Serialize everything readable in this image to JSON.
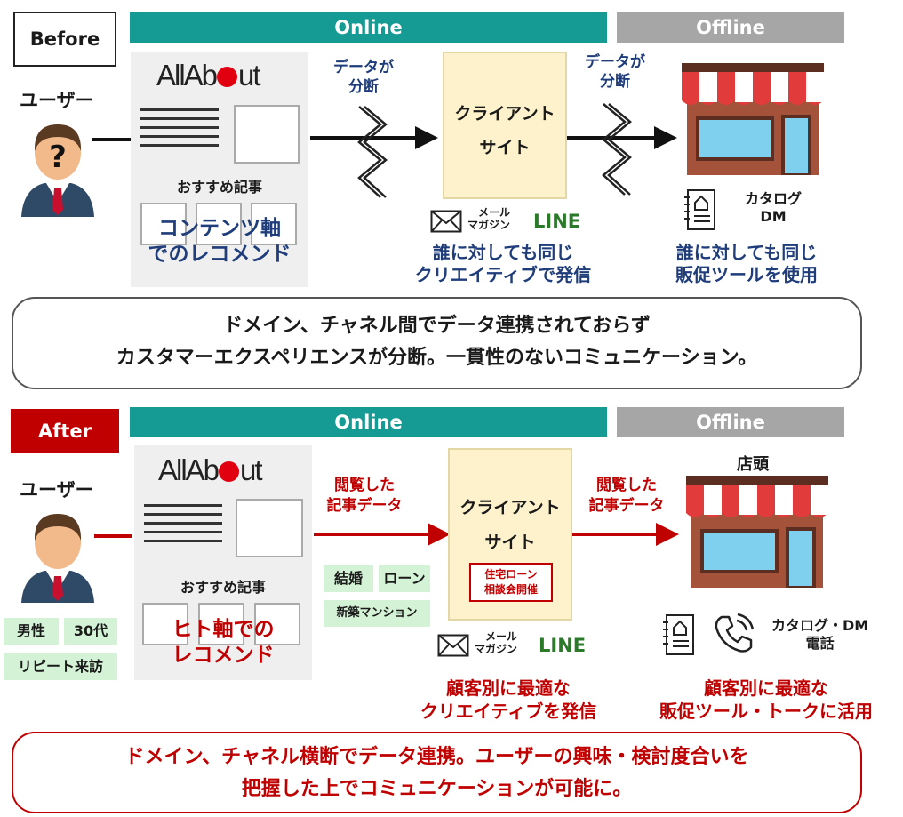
{
  "before": {
    "label": "Before",
    "online_label": "Online",
    "offline_label": "Offline",
    "user_label": "ユーザー",
    "logo_pre": "AllAb",
    "logo_post": "ut",
    "recommend_title": "おすすめ記事",
    "recommend_note_1": "コンテンツ軸",
    "recommend_note_2": "でのレコメンド",
    "break_label_1": "データが",
    "break_label_2": "分断",
    "client_line1": "クライアント",
    "client_line2": "サイト",
    "mail_label_1": "メール",
    "mail_label_2": "マガジン",
    "line_label": "LINE",
    "client_note_1": "誰に対しても同じ",
    "client_note_2": "クリエイティブで発信",
    "catalog_label_1": "カタログ",
    "catalog_label_2": "DM",
    "store_note_1": "誰に対しても同じ",
    "store_note_2": "販促ツールを使用",
    "summary_1": "ドメイン、チャネル間でデータ連携されておらず",
    "summary_2": "カスタマーエクスペリエンスが分断。一貫性のないコミュニケーション。"
  },
  "after": {
    "label": "After",
    "online_label": "Online",
    "offline_label": "Offline",
    "user_label": "ユーザー",
    "user_tags": [
      "男性",
      "30代",
      "リピート来訪"
    ],
    "logo_pre": "AllAb",
    "logo_post": "ut",
    "recommend_title": "おすすめ記事",
    "recommend_note_1": "ヒト軸での",
    "recommend_note_2": "レコメンド",
    "flow_label_1": "閲覧した",
    "flow_label_2": "記事データ",
    "interest_tags": [
      "結婚",
      "ローン",
      "新築マンション"
    ],
    "client_line1": "クライアント",
    "client_line2": "サイト",
    "client_banner_1": "住宅ローン",
    "client_banner_2": "相談会開催",
    "mail_label_1": "メール",
    "mail_label_2": "マガジン",
    "line_label": "LINE",
    "client_note_1": "顧客別に最適な",
    "client_note_2": "クリエイティブを発信",
    "store_title": "店頭",
    "catalog_label_1": "カタログ・DM",
    "catalog_label_2": "電話",
    "store_note_1": "顧客別に最適な",
    "store_note_2": "販促ツール・トークに活用",
    "summary_1": "ドメイン、チャネル横断でデータ連携。ユーザーの興味・検討度合いを",
    "summary_2": "把握した上でコミュニケーションが可能に。"
  },
  "colors": {
    "online": "#159a94",
    "offline": "#a6a6a6",
    "after_red": "#c00000",
    "navy": "#1f3d7a",
    "client_bg": "#fdf2cc"
  }
}
